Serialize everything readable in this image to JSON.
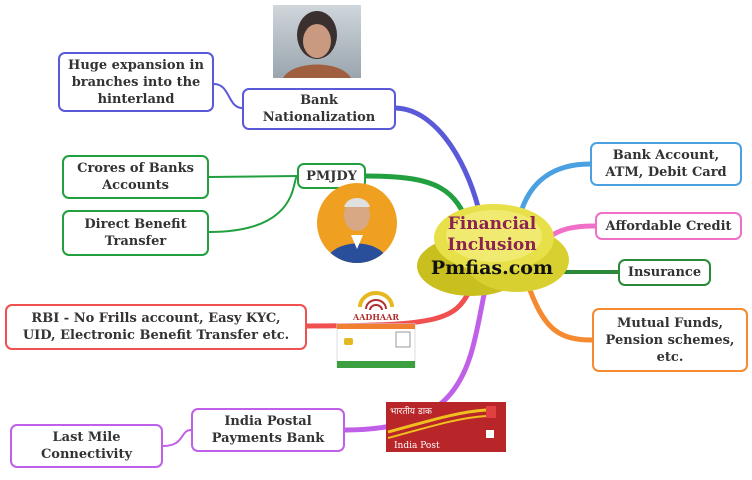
{
  "center": {
    "title_line1": "Financial",
    "title_line2": "Inclusion",
    "site": "Pmfias.com"
  },
  "left_nodes": {
    "bank_nationalization": "Bank Nationalization",
    "huge_expansion": "Huge expansion in branches into the hinterland",
    "pmjdy": "PMJDY",
    "crores_accounts": "Crores of Banks Accounts",
    "dbt": "Direct Benefit Transfer",
    "rbi": "RBI - No Frills account, Easy KYC, UID, Electronic Benefit Transfer etc.",
    "ippb": "India Postal Payments Bank",
    "last_mile": "Last Mile Connectivity"
  },
  "right_nodes": {
    "bank_account": "Bank Account, ATM, Debit Card",
    "credit": "Affordable Credit",
    "insurance": "Insurance",
    "mutual_funds": "Mutual Funds, Pension schemes, etc."
  },
  "images": {
    "aadhaar_logo": "AADHAAR",
    "india_post_hindi": "भारतीय डाक",
    "india_post": "India Post"
  },
  "colors": {
    "nationalization": "#5a5ad8",
    "pmjdy": "#22a040",
    "rbi": "#f05050",
    "ippb": "#c060e8",
    "bank_account": "#4aa0e0",
    "credit": "#f070c8",
    "insurance": "#2a8a3a",
    "mutual_funds": "#f58a30"
  }
}
